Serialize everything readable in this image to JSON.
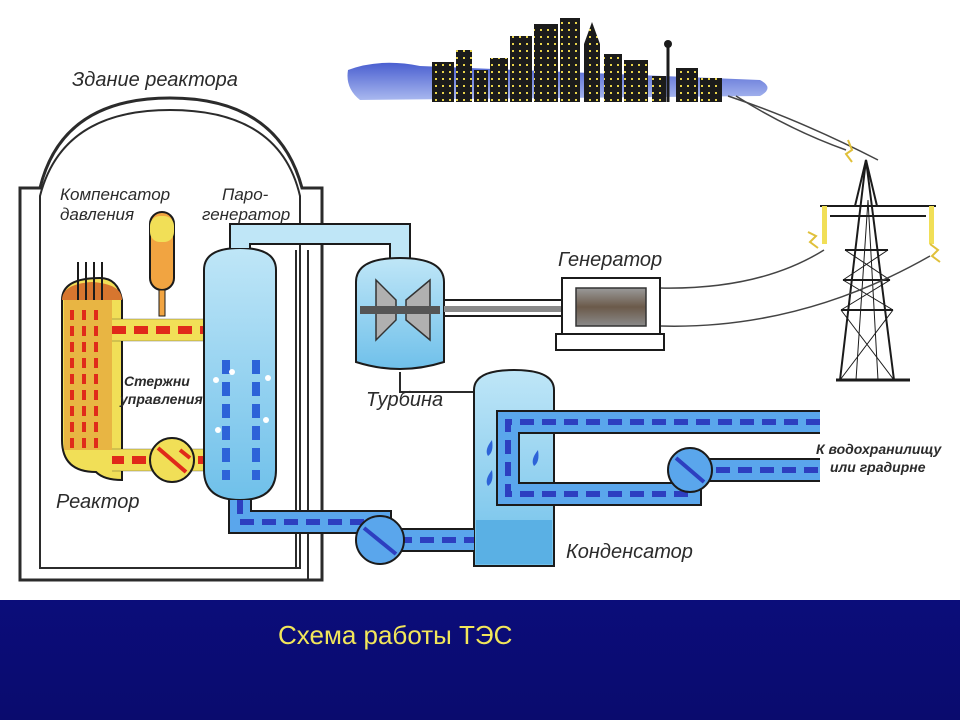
{
  "labels": {
    "reactor_building": "Здание реактора",
    "pressurizer_line1": "Компенсатор",
    "pressurizer_line2": "давления",
    "steam_gen_line1": "Паро-",
    "steam_gen_line2": "генератор",
    "control_rods_line1": "Стержни",
    "control_rods_line2": "управления",
    "reactor": "Реактор",
    "turbine": "Турбина",
    "generator": "Генератор",
    "condenser": "Конденсатор",
    "reservoir_line1": "К водохранилищу",
    "reservoir_line2": "или градирне"
  },
  "caption": "Схема работы ТЭС",
  "colors": {
    "hot_loop": "#e02a1a",
    "reactor_body": "#f1df57",
    "water": "#8fd0ee",
    "cold_loop": "#2d63d8",
    "caption_band": "#0b0d7a",
    "caption_text": "#f2e65a"
  }
}
